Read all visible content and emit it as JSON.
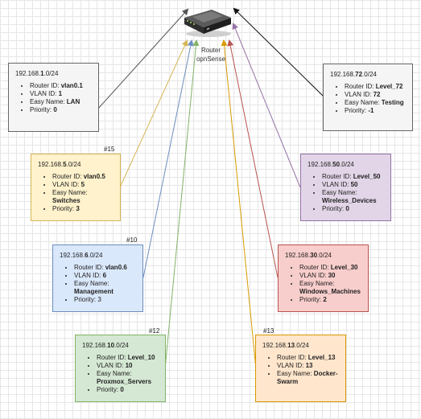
{
  "router": {
    "name": "Router",
    "model": "opnSense",
    "icon": "router-icon"
  },
  "colors": {
    "lan": "#f5f5f5",
    "vlan5": "#fff2cc",
    "vlan6": "#dae8fc",
    "vlan10": "#d5e8d4",
    "vlan72": "#f5f5f5",
    "vlan50": "#e1d5e7",
    "vlan30": "#f8cecc",
    "vlan13": "#ffe6cc"
  },
  "networks": [
    {
      "id": "lan",
      "tag": "",
      "subnet_pre": "192.168.",
      "subnet_oct": "1",
      "subnet_post": ".0/24",
      "router_id_label": "Router ID: ",
      "router_id": "vlan0.1",
      "vlan_label": "VLAN ID: ",
      "vlan": "1",
      "easy_label": "Easy Name: ",
      "easy": "LAN",
      "prio_label": "Priority: ",
      "prio": "0"
    },
    {
      "id": "vlan5",
      "tag": "#15",
      "subnet_pre": "192.168.",
      "subnet_oct": "5",
      "subnet_post": ".0/24",
      "router_id_label": "Router ID: ",
      "router_id": "vlan0.5",
      "vlan_label": "VLAN ID: ",
      "vlan": "5",
      "easy_label": "Easy Name:",
      "easy": "Switches",
      "prio_label": "Priority: ",
      "prio": "3"
    },
    {
      "id": "vlan6",
      "tag": "#10",
      "subnet_pre": "192.168.",
      "subnet_oct": "6",
      "subnet_post": ".0/24",
      "router_id_label": "Router ID: ",
      "router_id": "vlan0.6",
      "vlan_label": "VLAN ID: ",
      "vlan": "6",
      "easy_label": "Easy Name:",
      "easy": "Management",
      "prio_label": "Priority: ",
      "prio": "3"
    },
    {
      "id": "vlan10",
      "tag": "#12",
      "subnet_pre": "192.168.",
      "subnet_oct": "10",
      "subnet_post": ".0/24",
      "router_id_label": "Router ID: ",
      "router_id": "Level_10",
      "vlan_label": "VLAN ID: ",
      "vlan": "10",
      "easy_label": "Easy Name:",
      "easy": "Proxmox_Servers",
      "prio_label": "Priority: ",
      "prio": "0"
    },
    {
      "id": "vlan72",
      "tag": "",
      "subnet_pre": "192.168.",
      "subnet_oct": "72",
      "subnet_post": ".0/24",
      "router_id_label": "Router ID: ",
      "router_id": "Level_72",
      "vlan_label": "VLAN ID: ",
      "vlan": "72",
      "easy_label": "Easy Name: ",
      "easy": "Testing",
      "prio_label": "Priority: ",
      "prio": "-1"
    },
    {
      "id": "vlan50",
      "tag": "",
      "subnet_pre": "192.168.",
      "subnet_oct": "50",
      "subnet_post": ".0/24",
      "router_id_label": "Router ID: ",
      "router_id": "Level_50",
      "vlan_label": "VLAN ID: ",
      "vlan": "50",
      "easy_label": "Easy Name:",
      "easy": "Wireless_Devices",
      "prio_label": "Priority: ",
      "prio": "0"
    },
    {
      "id": "vlan30",
      "tag": "",
      "subnet_pre": "192.168.",
      "subnet_oct": "30",
      "subnet_post": ".0/24",
      "router_id_label": "Router ID: ",
      "router_id": "Level_30",
      "vlan_label": "VLAN ID: ",
      "vlan": "30",
      "easy_label": "Easy Name:",
      "easy": "Windows_Machines",
      "prio_label": "Priority: ",
      "prio": "2"
    },
    {
      "id": "vlan13",
      "tag": "#13",
      "subnet_pre": "192.168.",
      "subnet_oct": "13",
      "subnet_post": ".0/24",
      "router_id_label": "Router ID: ",
      "router_id": "Level_13",
      "vlan_label": "VLAN ID: ",
      "vlan": "13",
      "easy_label": "Easy Name: ",
      "easy": "Docker-Swarm",
      "prio_label": "",
      "prio": ""
    }
  ]
}
